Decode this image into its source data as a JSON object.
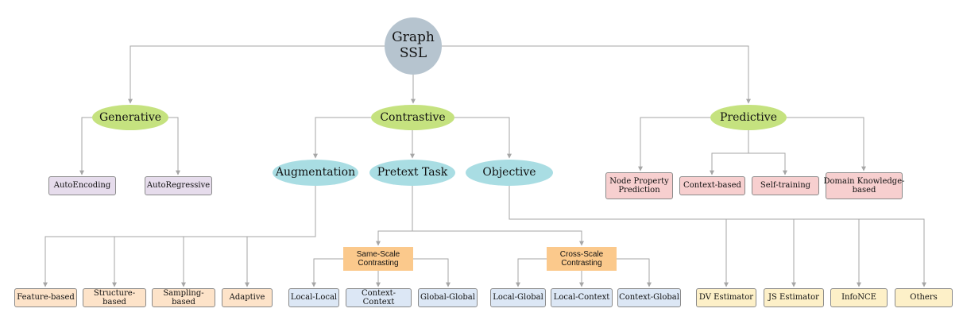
{
  "root": "Graph\nSSL",
  "level1": {
    "generative": "Generative",
    "contrastive": "Contrastive",
    "predictive": "Predictive"
  },
  "generative_children": [
    "AutoEncoding",
    "AutoRegressive"
  ],
  "contrastive_children": {
    "augmentation": "Augmentation",
    "pretext_task": "Pretext Task",
    "objective": "Objective"
  },
  "predictive_children": [
    "Node Property\nPrediction",
    "Context-based",
    "Self-training",
    "Domain Knowledge-\nbased"
  ],
  "augmentation_children": [
    "Feature-based",
    "Structure-based",
    "Sampling-based",
    "Adaptive"
  ],
  "pretext_groups": {
    "same_scale": {
      "label": "Same-Scale\nContrasting",
      "children": [
        "Local-Local",
        "Context-Context",
        "Global-Global"
      ]
    },
    "cross_scale": {
      "label": "Cross-Scale\nContrasting",
      "children": [
        "Local-Global",
        "Local-Context",
        "Context-Global"
      ]
    }
  },
  "objective_children": [
    "DV Estimator",
    "JS Estimator",
    "InfoNCE",
    "Others"
  ],
  "colors": {
    "root": "#b6c4cf",
    "green": "#c5e27f",
    "cyan": "#a9dde3",
    "purple": "#e6dcec",
    "pink": "#f7cfcf",
    "peach": "#fde3c9",
    "light_blue": "#dce7f5",
    "yellow": "#fdf0c8",
    "orange": "#fbc98c",
    "connector": "#a6a6a6"
  }
}
